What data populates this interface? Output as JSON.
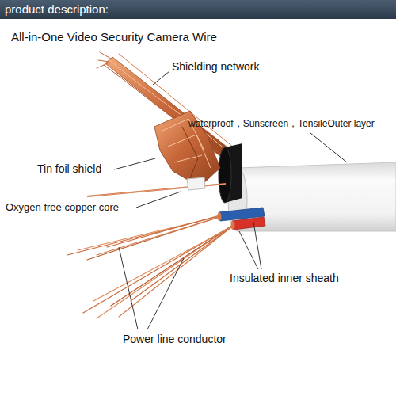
{
  "diagram": {
    "title": "All-in-One Video Security Camera Wire",
    "labels": [
      "product description:",
      "Shielding network",
      "waterproof，Sunscreen，TensileOuter layer",
      "Tin foil shield",
      "Oxygen free copper core",
      "Insulated inner sheath",
      "Power line conductor"
    ]
  }
}
